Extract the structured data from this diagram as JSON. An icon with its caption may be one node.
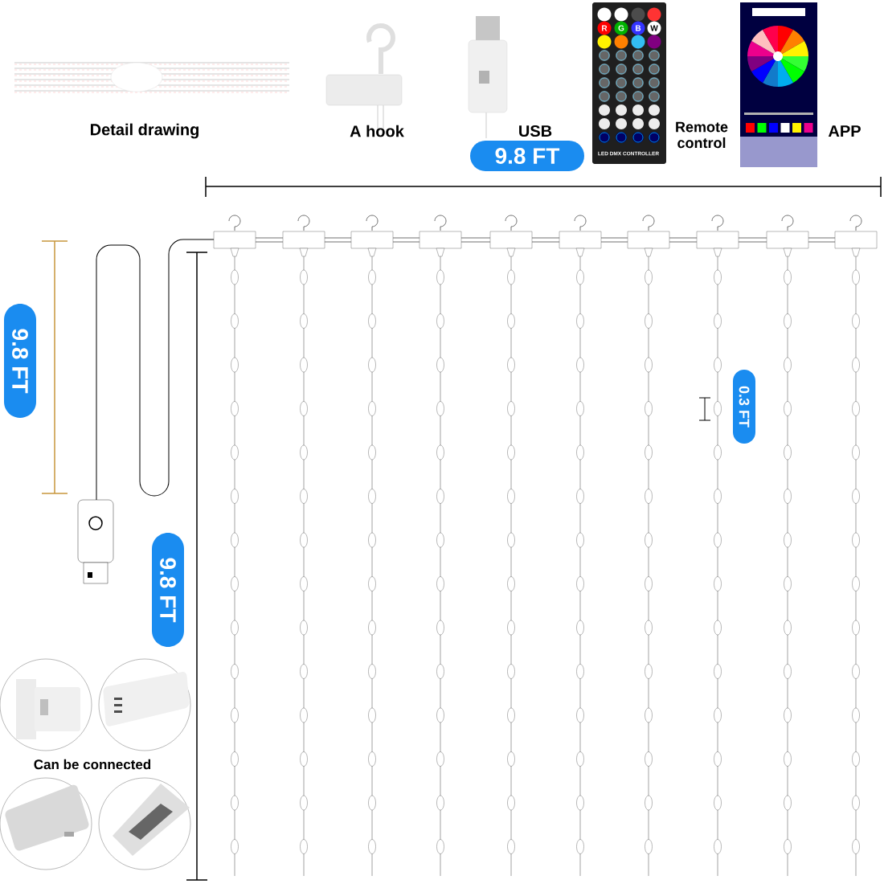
{
  "diagram": {
    "nodes": [
      {
        "text": [
          "9.8 FT"
        ]
      },
      {
        "text": [
          "9.8 FT"
        ]
      },
      {
        "text": [
          "9.8 FT"
        ]
      },
      {
        "text": [
          "0.3 FT"
        ]
      }
    ],
    "labels": [
      "Detail drawing",
      "A hook",
      "USB",
      "R",
      "G",
      "B",
      "W",
      "LED DMX CONTROLLER",
      "Remote control",
      "APP",
      "Can be connected"
    ]
  }
}
